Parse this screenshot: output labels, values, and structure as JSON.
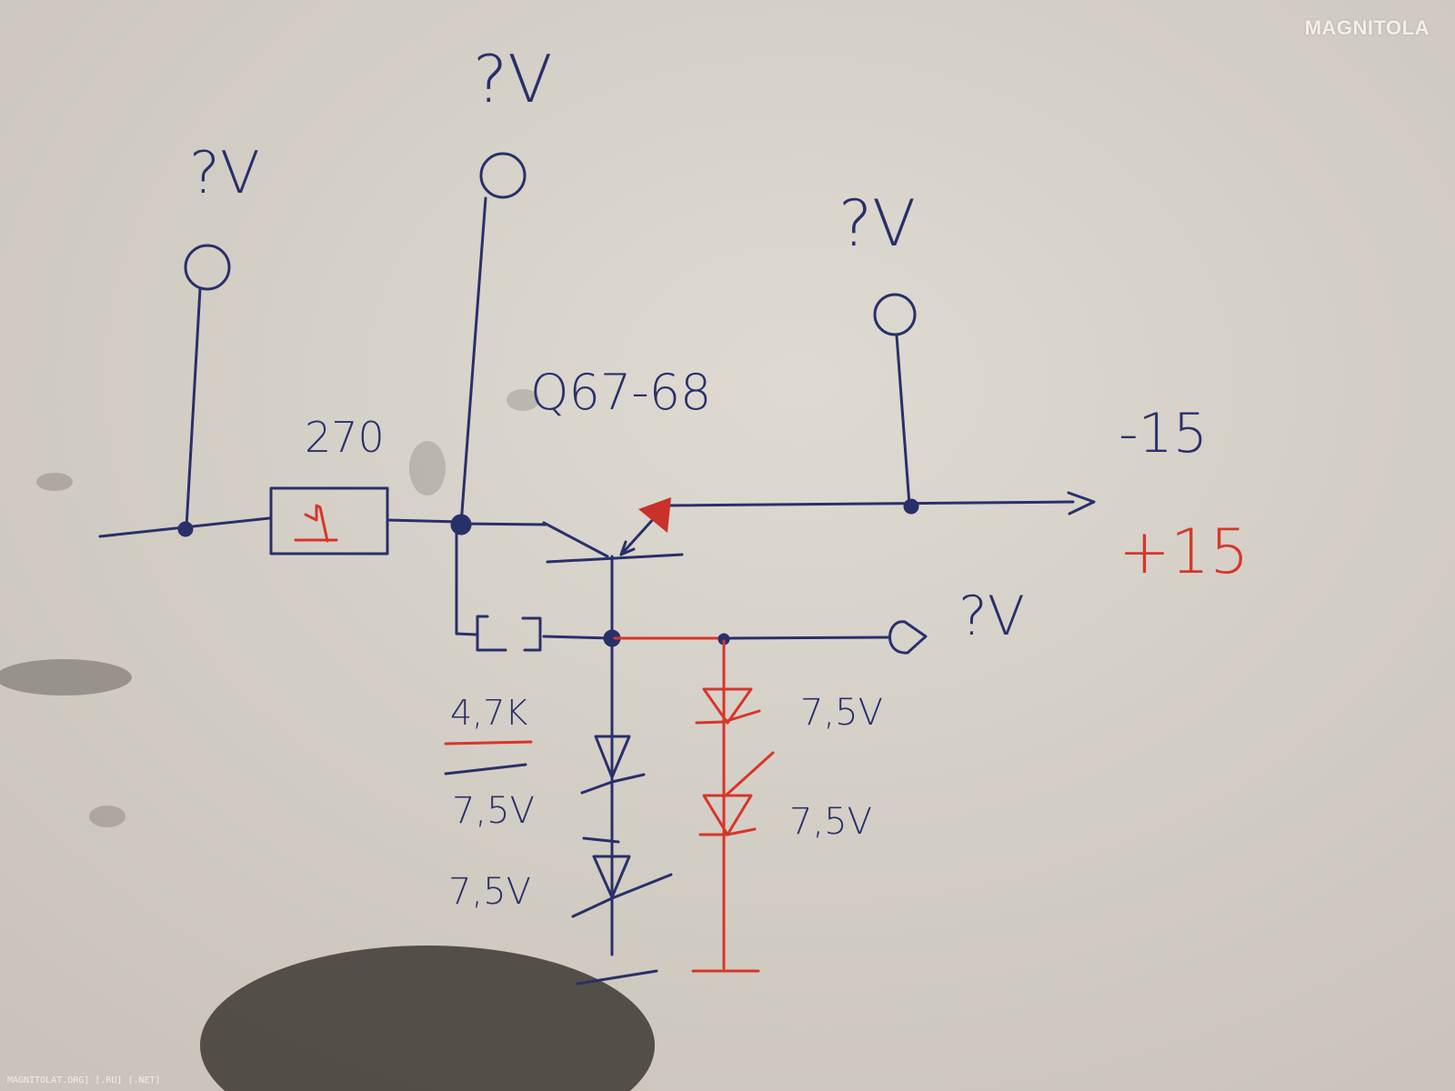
{
  "watermark": {
    "brand": "MAGNITOLA",
    "footer": "MAGNITOLAT.ORG] [.RU] [.NET]"
  },
  "labels": {
    "probe_left": "?V",
    "probe_mid": "?V",
    "probe_right_top": "?V",
    "probe_right_bottom": "?V",
    "transistor": "Q67-68",
    "resistor_270": "270",
    "resistor_4k7": "4,7K",
    "minus15": "-15",
    "plus15": "+15",
    "zener_blue_1": "7,5V",
    "zener_blue_2": "7,5V",
    "zener_red_1": "7,5V",
    "zener_red_2": "7,5V"
  },
  "colors": {
    "ink_blue": "#28306a",
    "ink_red": "#d8352a",
    "paper": "#d9d4cb"
  }
}
